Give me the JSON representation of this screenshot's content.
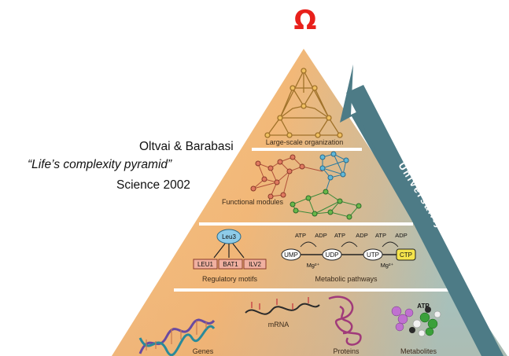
{
  "title": "Ω",
  "citation": {
    "authors": "Oltvai & Barabasi",
    "paper_title": "“Life’s complexity pyramid”",
    "journal": "Science 2002"
  },
  "arrow_label": "Universality",
  "levels": {
    "large_scale": "Large-scale organization",
    "functional": "Functional modules",
    "regulatory": "Regulatory motifs",
    "metabolic": "Metabolic pathways",
    "genes": "Genes",
    "mrna": "mRNA",
    "proteins": "Proteins",
    "metabolites": "Metabolites"
  },
  "regulatory_motif": {
    "regulator": "Leu3",
    "targets": [
      "LEU1",
      "BAT1",
      "ILV2"
    ]
  },
  "metabolic_pathway": {
    "nodes": [
      "UMP",
      "UDP",
      "UTP",
      "CTP"
    ],
    "cofactor_in": "ATP",
    "cofactor_out": "ADP",
    "ion": "Mg²⁺"
  },
  "metabolite_label": "ATP",
  "colors": {
    "omega": "#e8201b",
    "arrow": "#4d7b86",
    "pyramid_warm": "#f2b878",
    "pyramid_cool": "#8cc8d8",
    "separator": "#ffffff",
    "ctp_fill": "#f5e44c"
  }
}
